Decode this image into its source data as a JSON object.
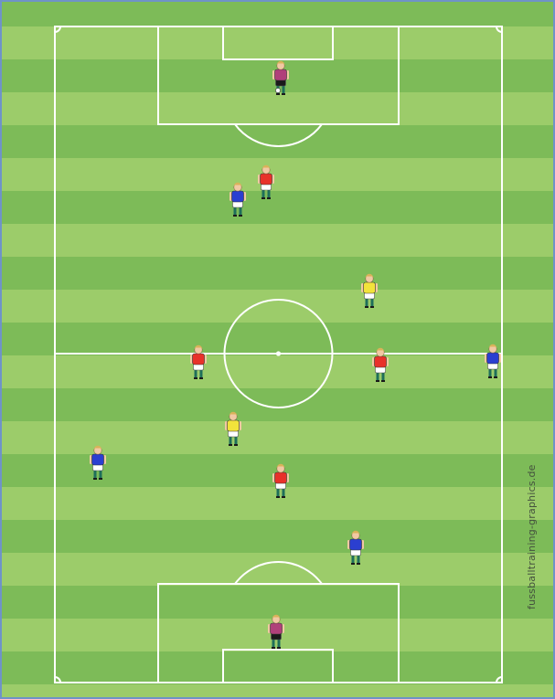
{
  "diagram": {
    "type": "soccer-formation-board",
    "orientation": "portrait",
    "colors": {
      "grass_light": "#9ccc6a",
      "grass_dark": "#7dbb58",
      "line": "#ffffff",
      "frame": "#6f93c8",
      "shorts": "#ffffff",
      "socks": "#1f6f5a"
    },
    "teams": {
      "red": {
        "jersey": "#e8322a",
        "label": "red team"
      },
      "blue": {
        "jersey": "#2b3fd0",
        "label": "blue team"
      },
      "yellow": {
        "jersey": "#f2e33b",
        "label": "neutral players"
      },
      "goalkeeper": {
        "jersey": "#b0407a",
        "shorts": "#1a1a1a",
        "label": "goalkeeper"
      }
    },
    "players": [
      {
        "team": "goalkeeper",
        "area": "top goal"
      },
      {
        "team": "red",
        "area": "upper half"
      },
      {
        "team": "blue",
        "area": "upper half"
      },
      {
        "team": "yellow",
        "area": "upper half"
      },
      {
        "team": "red",
        "area": "halfway line left"
      },
      {
        "team": "red",
        "area": "halfway line right"
      },
      {
        "team": "blue",
        "area": "halfway line right touchline"
      },
      {
        "team": "yellow",
        "area": "lower half"
      },
      {
        "team": "blue",
        "area": "lower half left touchline"
      },
      {
        "team": "red",
        "area": "lower half"
      },
      {
        "team": "blue",
        "area": "lower half"
      },
      {
        "team": "goalkeeper",
        "area": "bottom goal"
      }
    ],
    "ball": {
      "area": "top goal, at goalkeeper's feet"
    },
    "watermark": "fussballtraining-graphics.de"
  }
}
